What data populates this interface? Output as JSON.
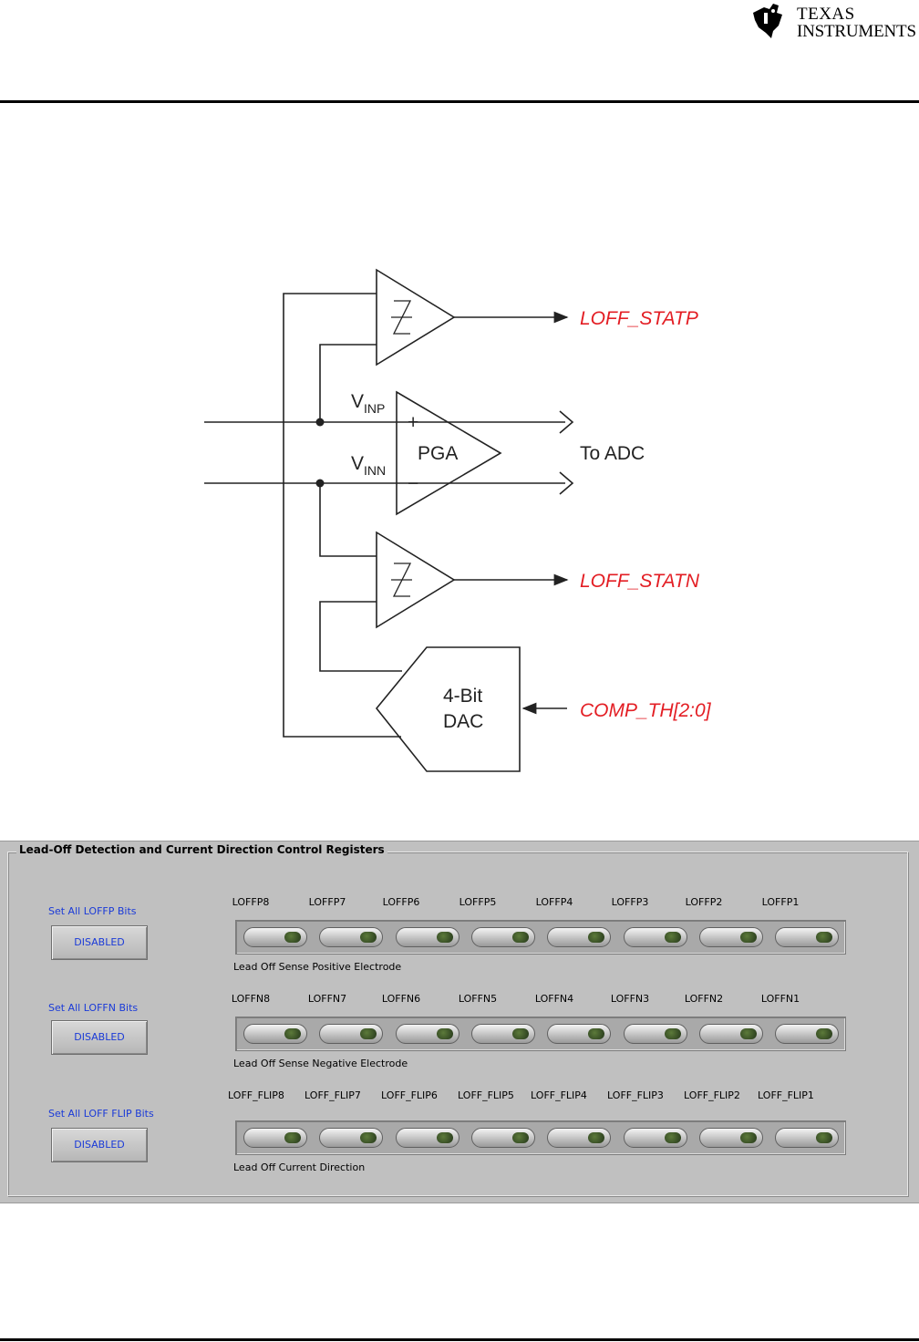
{
  "header": {
    "logo_line1": "TEXAS",
    "logo_line2": "INSTRUMENTS"
  },
  "diagram": {
    "out_top": "LOFF_STATP",
    "out_bottom": "LOFF_STATN",
    "comp_th": "COMP_TH[2:0]",
    "vinp": "V",
    "vinp_sub": "INP",
    "vinn": "V",
    "vinn_sub": "INN",
    "pga": "PGA",
    "plus": "+",
    "minus": "−",
    "to_adc": "To ADC",
    "dac_line1": "4-Bit",
    "dac_line2": "DAC"
  },
  "panel": {
    "title": "Lead-Off Detection and Current Direction Control Registers",
    "rows": [
      {
        "set_label": "Set All LOFFP Bits",
        "button": "DISABLED",
        "bits": [
          "LOFFP8",
          "LOFFP7",
          "LOFFP6",
          "LOFFP5",
          "LOFFP4",
          "LOFFP3",
          "LOFFP2",
          "LOFFP1"
        ],
        "caption": "Lead Off Sense Positive Electrode"
      },
      {
        "set_label": "Set All LOFFN Bits",
        "button": "DISABLED",
        "bits": [
          "LOFFN8",
          "LOFFN7",
          "LOFFN6",
          "LOFFN5",
          "LOFFN4",
          "LOFFN3",
          "LOFFN2",
          "LOFFN1"
        ],
        "caption": "Lead Off Sense Negative Electrode"
      },
      {
        "set_label": "Set All LOFF FLIP Bits",
        "button": "DISABLED",
        "bits": [
          "LOFF_FLIP8",
          "LOFF_FLIP7",
          "LOFF_FLIP6",
          "LOFF_FLIP5",
          "LOFF_FLIP4",
          "LOFF_FLIP3",
          "LOFF_FLIP2",
          "LOFF_FLIP1"
        ],
        "caption": "Lead Off Current Direction"
      }
    ]
  }
}
